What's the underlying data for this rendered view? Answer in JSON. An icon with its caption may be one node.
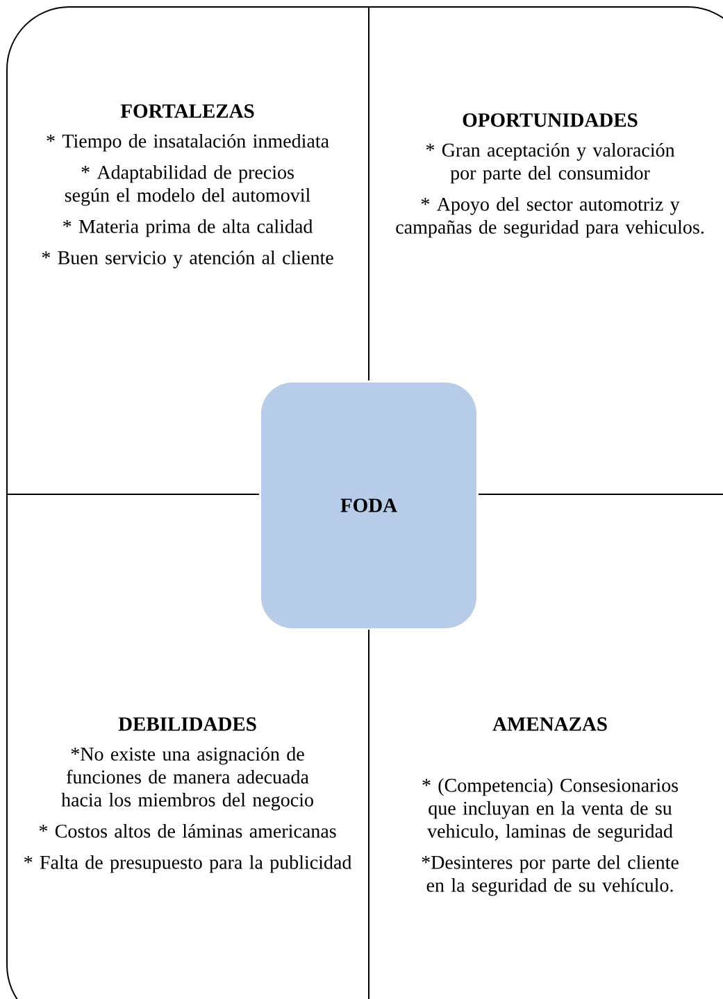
{
  "diagram": {
    "nodes": [
      {
        "text": [
          "FORTALEZAS",
          "*  Tiempo de insatalación inmediata",
          "* Adaptabilidad de precios según el modelo del automovil",
          "* Materia prima de alta calidad",
          "* Buen servicio y atención al cliente"
        ]
      },
      {
        "text": [
          "OPORTUNIDADES",
          "* Gran aceptación y valoración por parte del consumidor",
          "* Apoyo del sector automotriz y campañas de seguridad para vehiculos."
        ]
      },
      {
        "text": [
          "FODA"
        ]
      },
      {
        "text": [
          "DEBILIDADES",
          "*No existe una asignación de funciones de manera adecuada  hacia los miembros  del negocio",
          "* Costos altos de láminas americanas",
          "* Falta de presupuesto para la publicidad"
        ]
      },
      {
        "text": [
          "AMENAZAS",
          "* (Competencia) Consesionarios que incluyan en la venta de su vehiculo, laminas de seguridad",
          "*Desinteres por parte del cliente en la seguridad de su vehículo."
        ]
      }
    ]
  }
}
